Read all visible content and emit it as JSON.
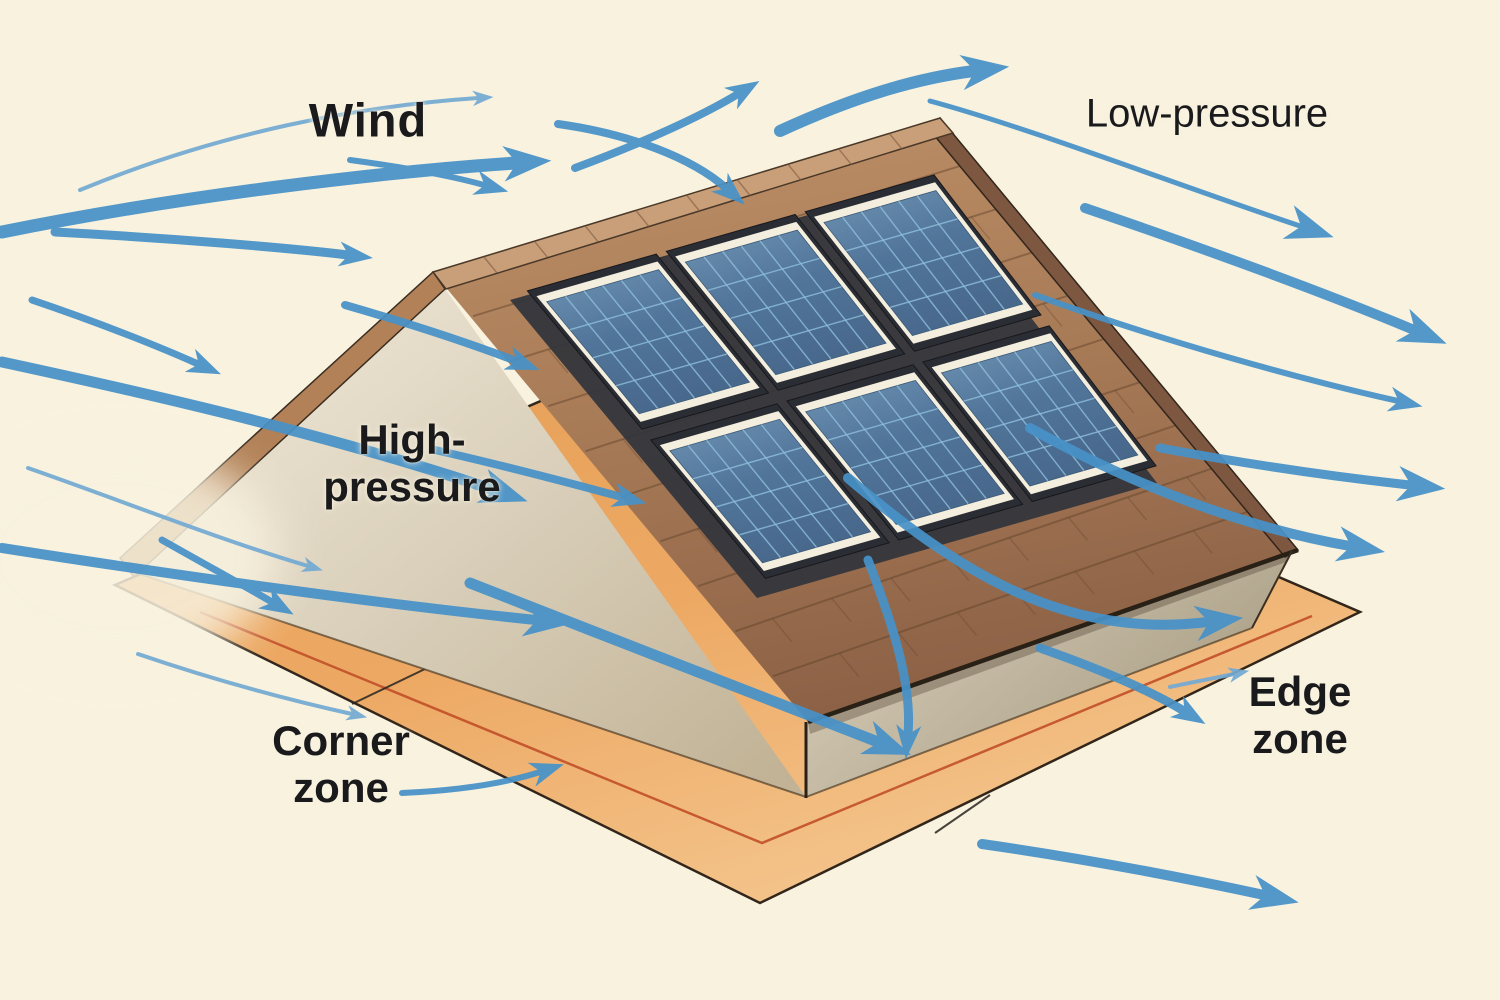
{
  "title": "Wind flow over a roof-mounted solar panel array",
  "labels": {
    "wind": "Wind",
    "low_pressure": "Low-pressure",
    "high_pressure_line1": "High-",
    "high_pressure_line2": "pressure",
    "corner_zone_line1": "Corner",
    "corner_zone_line2": "zone",
    "edge_zone_line1": "Edge",
    "edge_zone_line2": "zone"
  },
  "colors": {
    "background": "#f8f2df",
    "arrow_blue": "#4792c8",
    "arrow_blue_light": "#74aad3",
    "roof_shingle_brown": "#a17453",
    "ridge_cap_brown": "#c89f78",
    "gable_wall": "#d9cfba",
    "ground_orange": "#eca761",
    "ground_inset_line_red": "#c14f28",
    "panel_cell_blue": "#57799b",
    "panel_grid_blue": "#8fc0dc",
    "panel_frame_dark": "#2a2d34",
    "panel_border_white": "#f3eedd",
    "label_text": "#1a1a1c"
  },
  "solar_array": {
    "panel_rows": 2,
    "panel_cols": 3,
    "cell_cols_per_panel": 6,
    "cell_rows_per_panel": 4
  },
  "wind_flow": {
    "direction": "left-to-right over the roof",
    "arrow_count": 25,
    "zones_marked": [
      "High-pressure",
      "Low-pressure",
      "Corner zone",
      "Edge zone"
    ]
  }
}
